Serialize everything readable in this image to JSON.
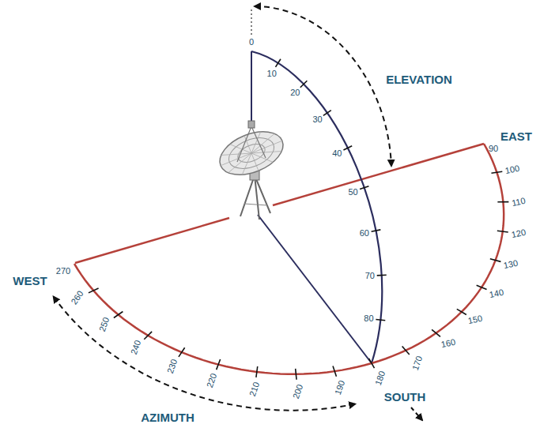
{
  "diagram": {
    "labels": [
      "0",
      "10",
      "20",
      "30",
      "40",
      "50",
      "60",
      "70",
      "80",
      "ELEVATION",
      "90",
      "EAST",
      "100",
      "110",
      "120",
      "130",
      "140",
      "150",
      "160",
      "170",
      "180",
      "190",
      "200",
      "210",
      "220",
      "230",
      "240",
      "250",
      "260",
      "WEST",
      "270",
      "SOUTH",
      "AZIMUTH"
    ]
  }
}
